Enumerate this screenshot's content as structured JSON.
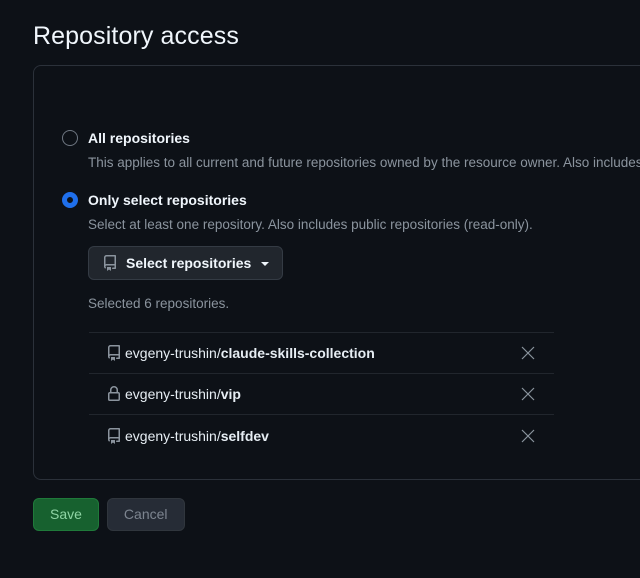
{
  "page": {
    "title": "Repository access"
  },
  "options": [
    {
      "id": "all-repositories",
      "label": "All repositories",
      "description": "This applies to all current and future repositories owned by the resource owner. Also includes public repositories (read-only).",
      "selected": false
    },
    {
      "id": "only-select-repositories",
      "label": "Only select repositories",
      "description": "Select at least one repository. Also includes public repositories (read-only).",
      "selected": true
    }
  ],
  "select_button": {
    "label": "Select repositories",
    "icon": "repo-icon",
    "caret": "chevron-down-icon"
  },
  "selected_count_text": "Selected 6 repositories.",
  "repositories": [
    {
      "owner": "evgeny-trushin",
      "separator": "/",
      "name": "claude-skills-collection",
      "icon": "repo-icon",
      "visibility": "public",
      "remove_label": "×"
    },
    {
      "owner": "evgeny-trushin",
      "separator": "/",
      "name": "vip",
      "icon": "lock-icon",
      "visibility": "private",
      "remove_label": "×"
    },
    {
      "owner": "evgeny-trushin",
      "separator": "/",
      "name": "selfdev",
      "icon": "repo-icon",
      "visibility": "public",
      "remove_label": "×"
    }
  ],
  "actions": {
    "save_label": "Save",
    "cancel_label": "Cancel"
  },
  "colors": {
    "background": "#0d1117",
    "card_border": "#2b313a",
    "accent_radio": "#1f6feb",
    "save_bg": "#17612f",
    "save_text": "#8fd4a4",
    "cancel_bg": "#262c36",
    "cancel_text": "#7d8590",
    "muted_text": "#8b949e",
    "primary_text": "#f0f6fc"
  }
}
